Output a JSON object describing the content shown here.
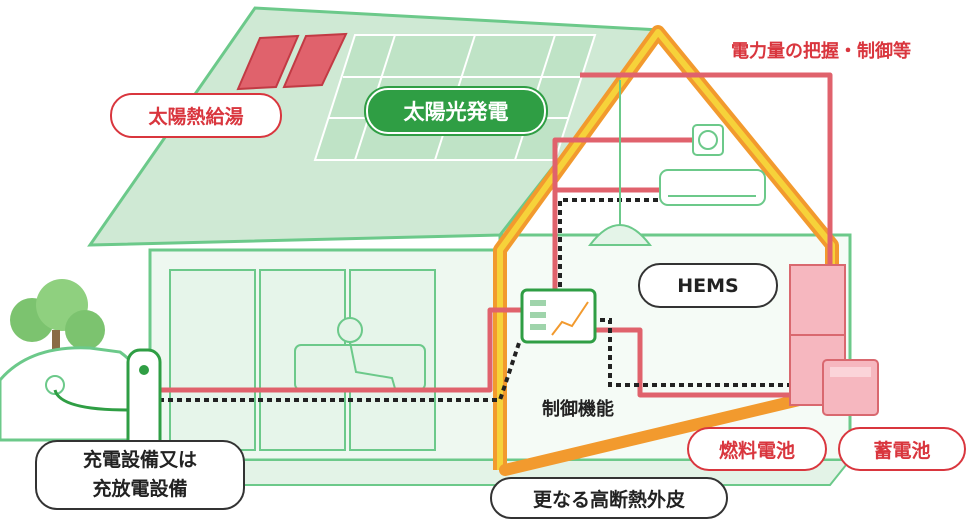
{
  "labels": {
    "solar_thermal": "太陽熱給湯",
    "solar_pv": "太陽光発電",
    "power_control": "電力量の把握・制御等",
    "hems": "HEMS",
    "control_function": "制御機能",
    "charging_line1": "充電設備又は",
    "charging_line2": "充放電設備",
    "fuel_cell": "燃料電池",
    "storage_battery": "蓄電池",
    "insulation": "更なる高断熱外皮"
  },
  "colors": {
    "house_line": "#6cc98a",
    "wall_fill": "#eef8f0",
    "roof_fill": "#cfe9d4",
    "power_line": "#e0626c",
    "control_line": "#222222",
    "insulation_outer": "#f29a2e",
    "insulation_inner": "#f6d23a",
    "label_red": "#d9363e",
    "label_green": "#2f9e44",
    "appliance_pink": "#f6b7bf"
  }
}
